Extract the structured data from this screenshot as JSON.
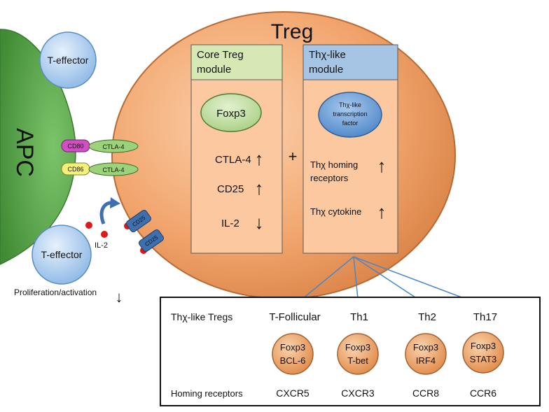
{
  "treg": {
    "title": "Treg"
  },
  "apc": {
    "label": "APC"
  },
  "effectors": {
    "top": "T-effector",
    "bottom": "T-effector"
  },
  "costim": {
    "cd80": "CD80",
    "cd86": "CD86",
    "ctla4_a": "CTLA-4",
    "ctla4_b": "CTLA-4"
  },
  "il2_signal": {
    "il2": "IL-2",
    "cd25_a": "CD25",
    "cd25_b": "CD25"
  },
  "proliferation": {
    "label": "Proliferation/activation",
    "arrow": "↓"
  },
  "core_module": {
    "title_line1": "Core Treg",
    "title_line2": "module",
    "tf": "Foxp3",
    "items": [
      {
        "label": "CTLA-4",
        "arrow": "↑"
      },
      {
        "label": "CD25",
        "arrow": "↑"
      },
      {
        "label": "IL-2",
        "arrow": "↓"
      }
    ]
  },
  "plus_sign": "+",
  "thx_module": {
    "title_line1": "Thχ-like",
    "title_line2": "module",
    "tf_line1": "Thχ-like",
    "tf_line2": "transcription",
    "tf_line3": "factor",
    "homing_line1": "Thχ homing",
    "homing_line2": "receptors",
    "homing_arrow": "↑",
    "cytokine": "Thχ cytokine",
    "cytokine_arrow": "↑"
  },
  "subsets": {
    "row_label": "Thχ-like Tregs",
    "homing_label": "Homing receptors",
    "items": [
      {
        "name": "T-Follicular",
        "tf_line1": "Foxp3",
        "tf_line2": "BCL-6",
        "receptor": "CXCR5"
      },
      {
        "name": "Th1",
        "tf_line1": "Foxp3",
        "tf_line2": "T-bet",
        "receptor": "CXCR3"
      },
      {
        "name": "Th2",
        "tf_line1": "Foxp3",
        "tf_line2": "IRF4",
        "receptor": "CCR8"
      },
      {
        "name": "Th17",
        "tf_line1": "Foxp3",
        "tf_line2": "STAT3",
        "receptor": "CCR6"
      }
    ]
  },
  "colors": {
    "treg_fill": "#f7b07a",
    "apc_fill": "#5aa84a",
    "effector_fill": "#a9cbee",
    "core_header": "#d6e8b4",
    "thx_header": "#a6c4e4",
    "module_body": "#fbc8a0",
    "foxp3_fill": "#c6e0a4",
    "thx_tf_fill": "#74a6dc",
    "cd80": "#d04fc2",
    "cd86": "#f5f07a",
    "ctla4": "#9cd27a",
    "il2_dot": "#e01818",
    "cd25_fill": "#3e70b0",
    "arrow_blue": "#4a86c8"
  }
}
